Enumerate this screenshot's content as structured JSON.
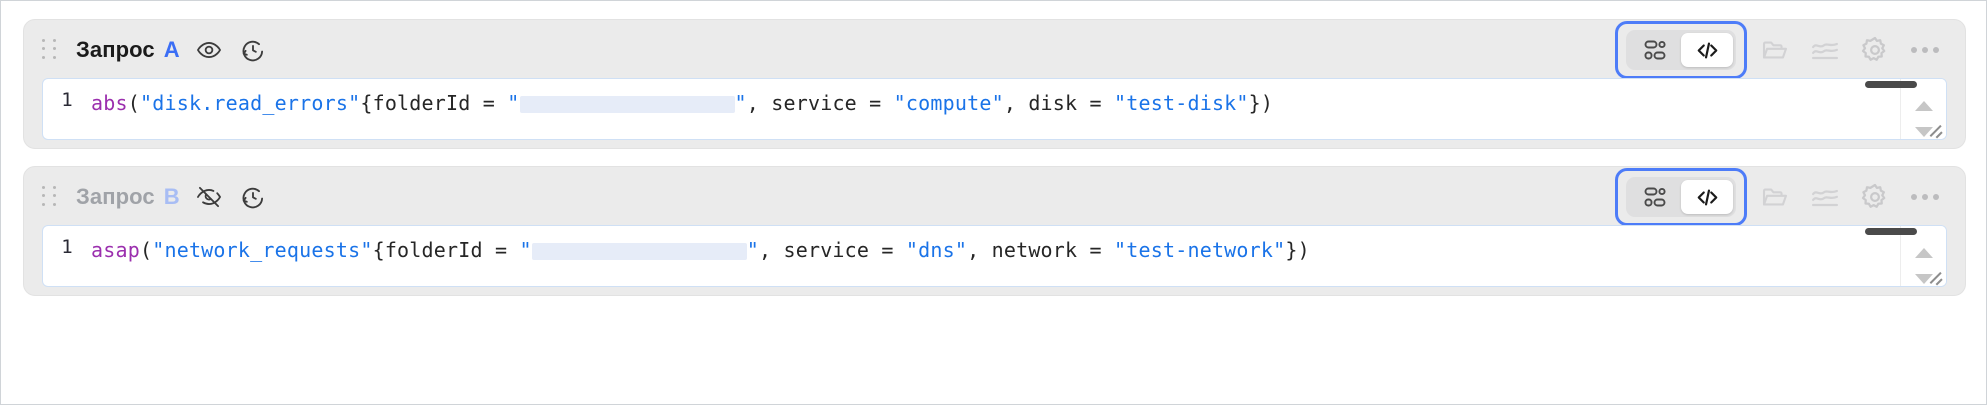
{
  "panels": [
    {
      "id": "query-a",
      "title": "Запрос",
      "letter": "A",
      "muted": false,
      "visibility_icon": "eye-icon",
      "history_icon": "history-clock-icon",
      "code": {
        "line_number": "1",
        "function": "abs",
        "metric": "\"disk.read_errors\"",
        "open_brace": "{",
        "label_1_key": "folderId",
        "label_1_eq": " = ",
        "label_1_quote": "\"",
        "label_1_value_redacted": true,
        "label_1_close_quote": "\"",
        "sep_1": ", ",
        "label_2_key": "service",
        "label_2_eq": " = ",
        "label_2_value": "\"compute\"",
        "sep_2": ", ",
        "label_3_key": "disk",
        "label_3_eq": " = ",
        "label_3_value": "\"test-disk\"",
        "close": "})",
        "plain_text": "abs(\"disk.read_errors\"{folderId = \"\", service = \"compute\", disk = \"test-disk\"})"
      }
    },
    {
      "id": "query-b",
      "title": "Запрос",
      "letter": "B",
      "muted": true,
      "visibility_icon": "eye-off-icon",
      "history_icon": "history-clock-icon",
      "code": {
        "line_number": "1",
        "function": "asap",
        "metric": "\"network_requests\"",
        "open_brace": "{",
        "label_1_key": "folderId",
        "label_1_eq": " = ",
        "label_1_quote": "\"",
        "label_1_value_redacted": true,
        "label_1_close_quote": "\"",
        "sep_1": ", ",
        "label_2_key": "service",
        "label_2_eq": " = ",
        "label_2_value": "\"dns\"",
        "sep_2": ", ",
        "label_3_key": "network",
        "label_3_eq": " = ",
        "label_3_value": "\"test-network\"",
        "close": "})",
        "plain_text": "asap(\"network_requests\"{folderId = \"\", service = \"dns\", network = \"test-network\"})"
      }
    }
  ],
  "toolbar": {
    "segmented": {
      "highlighted": true,
      "highlight_color": "#4d7cf8",
      "options": [
        {
          "name": "builder-view",
          "icon": "blocks-icon",
          "selected": false
        },
        {
          "name": "code-view",
          "icon": "code-brackets-icon",
          "selected": true
        }
      ]
    },
    "actions": [
      {
        "name": "folder-button",
        "icon": "folder-icon",
        "disabled": true
      },
      {
        "name": "chart-button",
        "icon": "line-chart-icon",
        "disabled": true
      },
      {
        "name": "settings-button",
        "icon": "gear-icon",
        "disabled": false
      },
      {
        "name": "more-button",
        "icon": "ellipsis-icon",
        "disabled": false
      }
    ]
  },
  "colors": {
    "accent_blue": "#3b6ef5",
    "highlight_blue": "#4d7cf8",
    "string_blue": "#1a73e8",
    "function_purple": "#9b2fae",
    "panel_bg": "#ebebeb",
    "editor_bg": "#ffffff",
    "redacted_bg": "#e6ecf8"
  },
  "editor_controls": {
    "scrollbar": "horizontal-scrollbar",
    "spinner_up": "spinner-up-arrow",
    "spinner_down": "spinner-down-arrow",
    "resize": "resize-grip"
  }
}
